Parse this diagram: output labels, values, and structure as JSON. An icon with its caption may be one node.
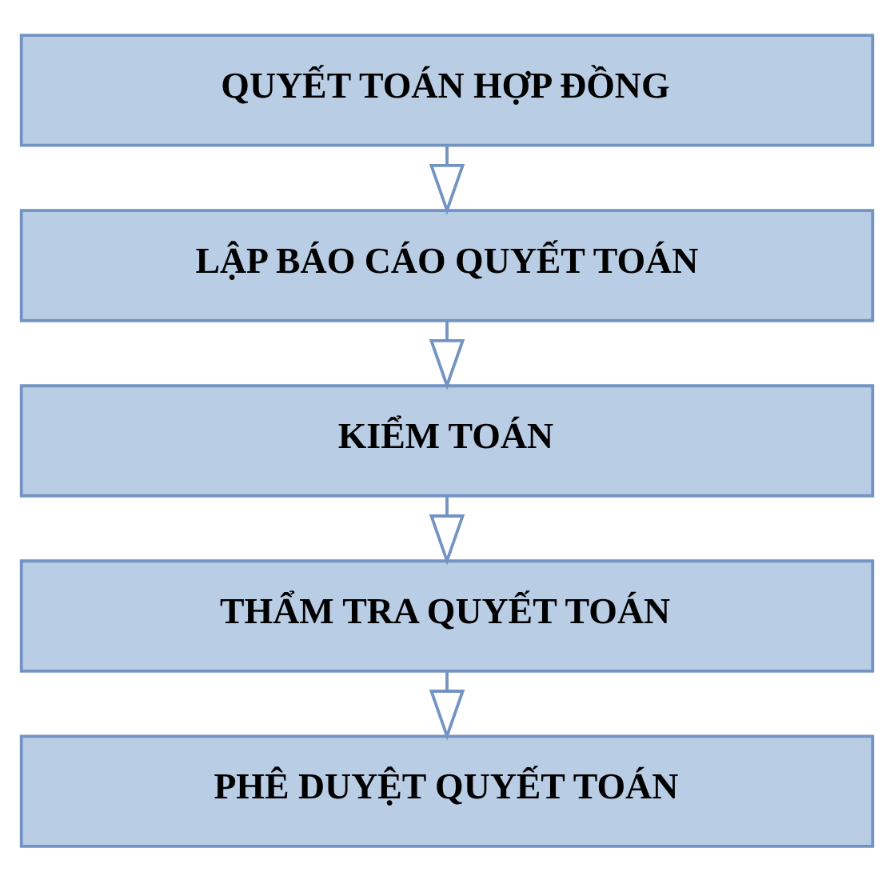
{
  "diagram": {
    "nodes": [
      {
        "text": [
          "QUYẾT TOÁN HỢP ĐỒNG"
        ]
      },
      {
        "text": [
          "LẬP BÁO CÁO QUYẾT TOÁN"
        ]
      },
      {
        "text": [
          "KIỂM TOÁN"
        ]
      },
      {
        "text": [
          "THẨM TRA QUYẾT TOÁN"
        ]
      },
      {
        "text": [
          "PHÊ DUYỆT QUYẾT TOÁN"
        ]
      }
    ],
    "edges": [
      {
        "from": 0,
        "to": 1,
        "arrow": "to"
      },
      {
        "from": 1,
        "to": 2,
        "arrow": "to"
      },
      {
        "from": 2,
        "to": 3,
        "arrow": "to"
      },
      {
        "from": 3,
        "to": 4,
        "arrow": "to"
      }
    ]
  }
}
